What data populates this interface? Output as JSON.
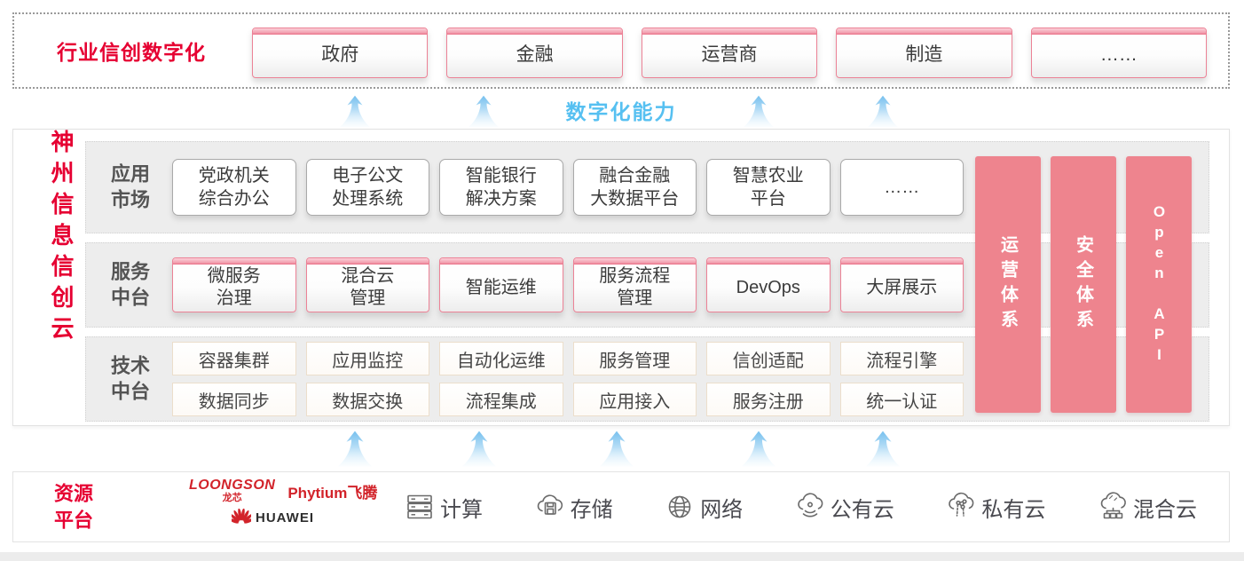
{
  "colors": {
    "accent_red": "#e60032",
    "pillar_pink": "#ee848e",
    "capability_blue": "#56c0f1",
    "vendor_red": "#d2232a"
  },
  "top_banner": {
    "title": "行业信创数字化",
    "industries": [
      "政府",
      "金融",
      "运营商",
      "制造",
      "……"
    ]
  },
  "capability": {
    "label": "数字化能力"
  },
  "platform": {
    "vertical_title": "神州信息信创云",
    "rows": [
      {
        "label": "应用\n市场",
        "items": [
          "党政机关\n综合办公",
          "电子公文\n处理系统",
          "智能银行\n解决方案",
          "融合金融\n大数据平台",
          "智慧农业\n平台",
          "……"
        ]
      },
      {
        "label": "服务\n中台",
        "items": [
          "微服务\n治理",
          "混合云\n管理",
          "智能运维",
          "服务流程\n管理",
          "DevOps",
          "大屏展示"
        ]
      },
      {
        "label": "技术\n中台",
        "row1": [
          "容器集群",
          "应用监控",
          "自动化运维",
          "服务管理",
          "信创适配",
          "流程引擎"
        ],
        "row2": [
          "数据同步",
          "数据交换",
          "流程集成",
          "应用接入",
          "服务注册",
          "统一认证"
        ]
      }
    ],
    "pillars": [
      "运营体系",
      "安全体系",
      "Open API"
    ]
  },
  "resources": {
    "title": "资源\n平台",
    "vendors": {
      "loongson": "LOONGSON",
      "loongson_cn": "龙芯",
      "phytium": "Phytium飞腾",
      "huawei": "HUAWEI"
    },
    "items": [
      {
        "icon": "compute-icon",
        "label": "计算"
      },
      {
        "icon": "storage-icon",
        "label": "存储"
      },
      {
        "icon": "network-icon",
        "label": "网络"
      },
      {
        "icon": "public-cloud-icon",
        "label": "公有云"
      },
      {
        "icon": "private-cloud-icon",
        "label": "私有云"
      },
      {
        "icon": "hybrid-cloud-icon",
        "label": "混合云"
      }
    ]
  }
}
